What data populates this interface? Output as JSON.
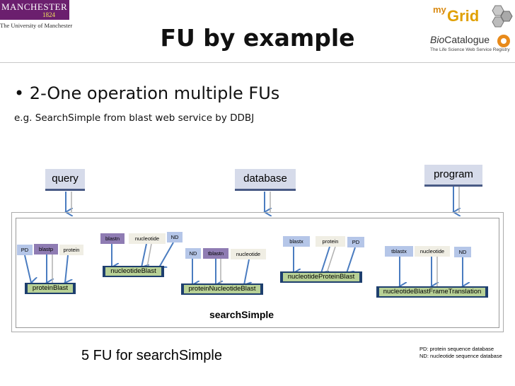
{
  "header": {
    "university_name": "MANCHESTER",
    "university_year": "1824",
    "university_subtitle": "The University of Manchester",
    "mygrid_my": "my",
    "mygrid_grid": "Grid",
    "biocatalogue_bio": "Bio",
    "biocatalogue_rest": "Catalogue",
    "biocatalogue_tagline": "The Life Science Web Service Registry"
  },
  "slide": {
    "title": "FU by example",
    "bullet": "2-One operation multiple FUs",
    "example": "e.g. SearchSimple from blast web service by DDBJ"
  },
  "diagram": {
    "inputs": [
      "query",
      "database",
      "program"
    ],
    "operation_name": "searchSimple",
    "fus": [
      {
        "name": "proteinBlast",
        "tags": [
          "PD",
          "blastp",
          "protein"
        ]
      },
      {
        "name": "nucleotideBlast",
        "tags": [
          "blastn",
          "nucleotide",
          "ND"
        ]
      },
      {
        "name": "proteinNucleotideBlast",
        "tags": [
          "ND",
          "tblastn",
          "nucleotide"
        ]
      },
      {
        "name": "nucleotideProteinBlast",
        "tags": [
          "blastx",
          "protein",
          "PD"
        ]
      },
      {
        "name": "nucleotideBlastFrameTranslation",
        "tags": [
          "tblastx",
          "nucleotide",
          "ND"
        ]
      }
    ],
    "colors": {
      "input_fill": "#d6dbea",
      "fu_border": "#1e3f6e",
      "fu_fill": "#b8d196",
      "database_tag": "#b5c6e8",
      "program_tag": "#8f7cb3",
      "type_tag": "#f0eee4",
      "arrow": "#4a7cc0"
    }
  },
  "caption": "5 FU for searchSimple",
  "legend": {
    "pd": "PD: protein sequence database",
    "nd": "ND: nucleotide sequence database"
  }
}
